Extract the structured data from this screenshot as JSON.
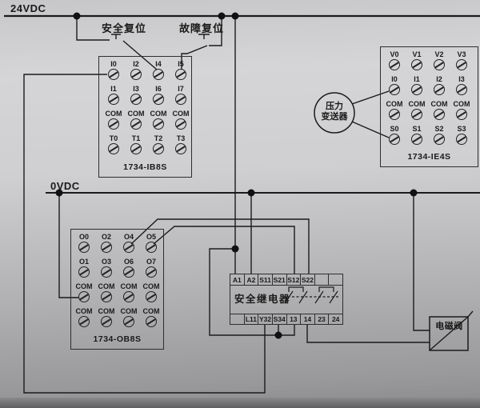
{
  "rails": {
    "top_label": "24VDC",
    "bottom_label": "0VDC"
  },
  "switches": {
    "safety_reset_label": "安全复位",
    "fault_reset_label": "故障复位"
  },
  "modules": {
    "ib8s": {
      "name": "1734-IB8S",
      "rows": [
        [
          "I0",
          "I2",
          "I4",
          "I5"
        ],
        [
          "I1",
          "I3",
          "I6",
          "I7"
        ],
        [
          "COM",
          "COM",
          "COM",
          "COM"
        ],
        [
          "T0",
          "T1",
          "T2",
          "T3"
        ]
      ]
    },
    "ie4s": {
      "name": "1734-IE4S",
      "rows": [
        [
          "V0",
          "V1",
          "V2",
          "V3"
        ],
        [
          "I0",
          "I1",
          "I2",
          "I3"
        ],
        [
          "COM",
          "COM",
          "COM",
          "COM"
        ],
        [
          "S0",
          "S1",
          "S2",
          "S3"
        ]
      ]
    },
    "ob8s": {
      "name": "1734-OB8S",
      "rows": [
        [
          "O0",
          "O2",
          "O4",
          "O5"
        ],
        [
          "O1",
          "O3",
          "O6",
          "O7"
        ],
        [
          "COM",
          "COM",
          "COM",
          "COM"
        ],
        [
          "COM",
          "COM",
          "COM",
          "COM"
        ]
      ]
    }
  },
  "relay": {
    "label": "安全继电器",
    "top_terminals": [
      "A1",
      "A2",
      "S11",
      "S21",
      "S12",
      "S22",
      "",
      ""
    ],
    "bottom_terminals": [
      "",
      "L11",
      "Y32",
      "S34",
      "13",
      "14",
      "23",
      "24"
    ]
  },
  "transmitter": {
    "line1": "压力",
    "line2": "变送器"
  },
  "valve": {
    "label": "电磁阀"
  },
  "colors": {
    "wire": "#1b1b1b",
    "text": "#1a1a1a",
    "background_top": "#d5d5d7",
    "background_bottom": "#8b8b8d"
  }
}
